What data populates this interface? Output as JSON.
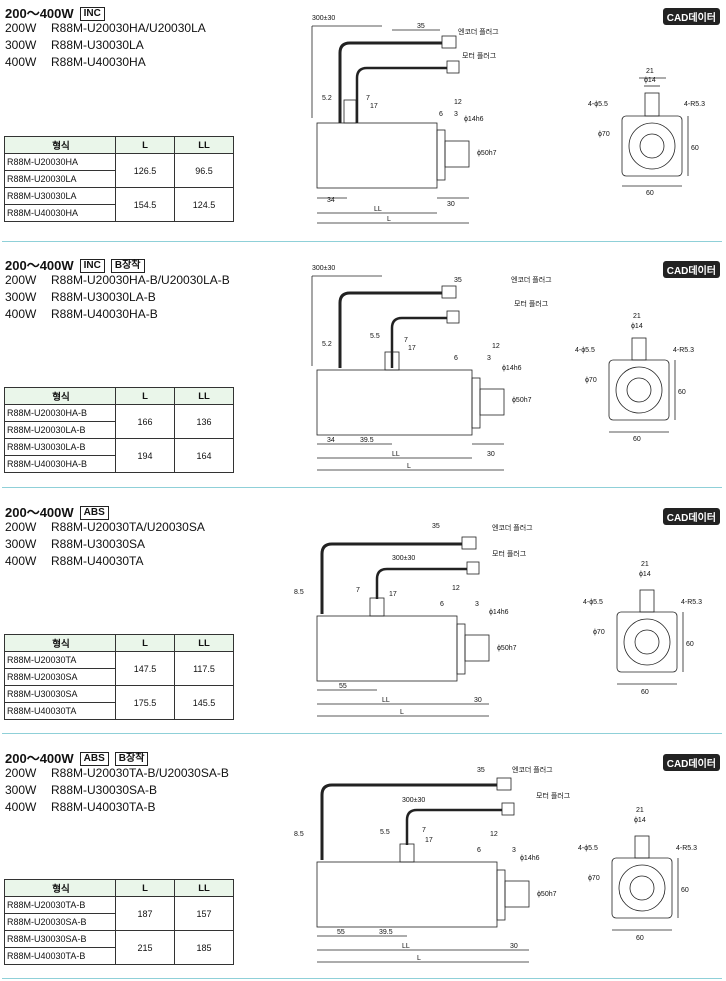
{
  "sections": [
    {
      "title": "200～400W",
      "tags": [
        "INC"
      ],
      "models": [
        {
          "watt": "200W",
          "model": "R88M-U20030HA/U20030LA"
        },
        {
          "watt": "300W",
          "model": "R88M-U30030LA"
        },
        {
          "watt": "400W",
          "model": "R88M-U40030HA"
        }
      ],
      "cad": "CAD데이터",
      "table": {
        "headers": [
          "형식",
          "L",
          "LL"
        ],
        "groups": [
          {
            "models": [
              "R88M-U20030HA",
              "R88M-U20030LA"
            ],
            "L": "126.5",
            "LL": "96.5"
          },
          {
            "models": [
              "R88M-U30030LA",
              "R88M-U40030HA"
            ],
            "L": "154.5",
            "LL": "124.5"
          }
        ]
      },
      "dims": {
        "d300": "300±30",
        "d35": "35",
        "enc": "엔코더 플러그",
        "motor": "모터 플러그",
        "d52": "5.2",
        "d7": "7",
        "d17": "17",
        "d12": "12",
        "d6": "6",
        "d3": "3",
        "d34": "34",
        "d30": "30",
        "LL": "LL",
        "L": "L",
        "shaft": "ϕ14h6",
        "pilot": "ϕ50h7",
        "d21": "21",
        "d14": "ϕ14",
        "hole": "4-ϕ5.5",
        "r": "4-R5.3",
        "d70": "ϕ70",
        "d60": "60",
        "d60b": "60"
      }
    },
    {
      "title": "200～400W",
      "tags": [
        "INC",
        "B장착"
      ],
      "models": [
        {
          "watt": "200W",
          "model": "R88M-U20030HA-B/U20030LA-B"
        },
        {
          "watt": "300W",
          "model": "R88M-U30030LA-B"
        },
        {
          "watt": "400W",
          "model": "R88M-U40030HA-B"
        }
      ],
      "cad": "CAD데이터",
      "table": {
        "headers": [
          "형식",
          "L",
          "LL"
        ],
        "groups": [
          {
            "models": [
              "R88M-U20030HA-B",
              "R88M-U20030LA-B"
            ],
            "L": "166",
            "LL": "136"
          },
          {
            "models": [
              "R88M-U30030LA-B",
              "R88M-U40030HA-B"
            ],
            "L": "194",
            "LL": "164"
          }
        ]
      },
      "dims": {
        "d300": "300±30",
        "d35": "35",
        "enc": "엔코더 플러그",
        "motor": "모터 플러그",
        "d52": "5.2",
        "d55": "5.5",
        "d7": "7",
        "d17": "17",
        "d12": "12",
        "d6": "6",
        "d3": "3",
        "d34": "34",
        "d395": "39.5",
        "d30": "30",
        "LL": "LL",
        "L": "L",
        "shaft": "ϕ14h6",
        "pilot": "ϕ50h7",
        "d21": "21",
        "d14": "ϕ14",
        "hole": "4-ϕ5.5",
        "r": "4-R5.3",
        "d70": "ϕ70",
        "d60": "60",
        "d60b": "60"
      }
    },
    {
      "title": "200～400W",
      "tags": [
        "ABS"
      ],
      "models": [
        {
          "watt": "200W",
          "model": "R88M-U20030TA/U20030SA"
        },
        {
          "watt": "300W",
          "model": "R88M-U30030SA"
        },
        {
          "watt": "400W",
          "model": "R88M-U40030TA"
        }
      ],
      "cad": "CAD데이터",
      "table": {
        "headers": [
          "형식",
          "L",
          "LL"
        ],
        "groups": [
          {
            "models": [
              "R88M-U20030TA",
              "R88M-U20030SA"
            ],
            "L": "147.5",
            "LL": "117.5"
          },
          {
            "models": [
              "R88M-U30030SA",
              "R88M-U40030TA"
            ],
            "L": "175.5",
            "LL": "145.5"
          }
        ]
      },
      "dims": {
        "d300": "300±30",
        "d35": "35",
        "enc": "엔코더 플러그",
        "motor": "모터 플러그",
        "d85": "8.5",
        "d7": "7",
        "d17": "17",
        "d12": "12",
        "d6": "6",
        "d3": "3",
        "d55": "55",
        "d30": "30",
        "LL": "LL",
        "L": "L",
        "shaft": "ϕ14h6",
        "pilot": "ϕ50h7",
        "d21": "21",
        "d14": "ϕ14",
        "hole": "4-ϕ5.5",
        "r": "4-R5.3",
        "d70": "ϕ70",
        "d60": "60",
        "d60b": "60"
      }
    },
    {
      "title": "200～400W",
      "tags": [
        "ABS",
        "B장착"
      ],
      "models": [
        {
          "watt": "200W",
          "model": "R88M-U20030TA-B/U20030SA-B"
        },
        {
          "watt": "300W",
          "model": "R88M-U30030SA-B"
        },
        {
          "watt": "400W",
          "model": "R88M-U40030TA-B"
        }
      ],
      "cad": "CAD데이터",
      "table": {
        "headers": [
          "형식",
          "L",
          "LL"
        ],
        "groups": [
          {
            "models": [
              "R88M-U20030TA-B",
              "R88M-U20030SA-B"
            ],
            "L": "187",
            "LL": "157"
          },
          {
            "models": [
              "R88M-U30030SA-B",
              "R88M-U40030TA-B"
            ],
            "L": "215",
            "LL": "185"
          }
        ]
      },
      "dims": {
        "d300": "300±30",
        "d35": "35",
        "enc": "엔코더 플러그",
        "motor": "모터 플러그",
        "d85": "8.5",
        "d55": "5.5",
        "d7": "7",
        "d17": "17",
        "d12": "12",
        "d6": "6",
        "d3": "3",
        "d55b": "55",
        "d395": "39.5",
        "d30": "30",
        "LL": "LL",
        "L": "L",
        "shaft": "ϕ14h6",
        "pilot": "ϕ50h7",
        "d21": "21",
        "d14": "ϕ14",
        "hole": "4-ϕ5.5",
        "r": "4-R5.3",
        "d70": "ϕ70",
        "d60": "60",
        "d60b": "60"
      }
    }
  ]
}
